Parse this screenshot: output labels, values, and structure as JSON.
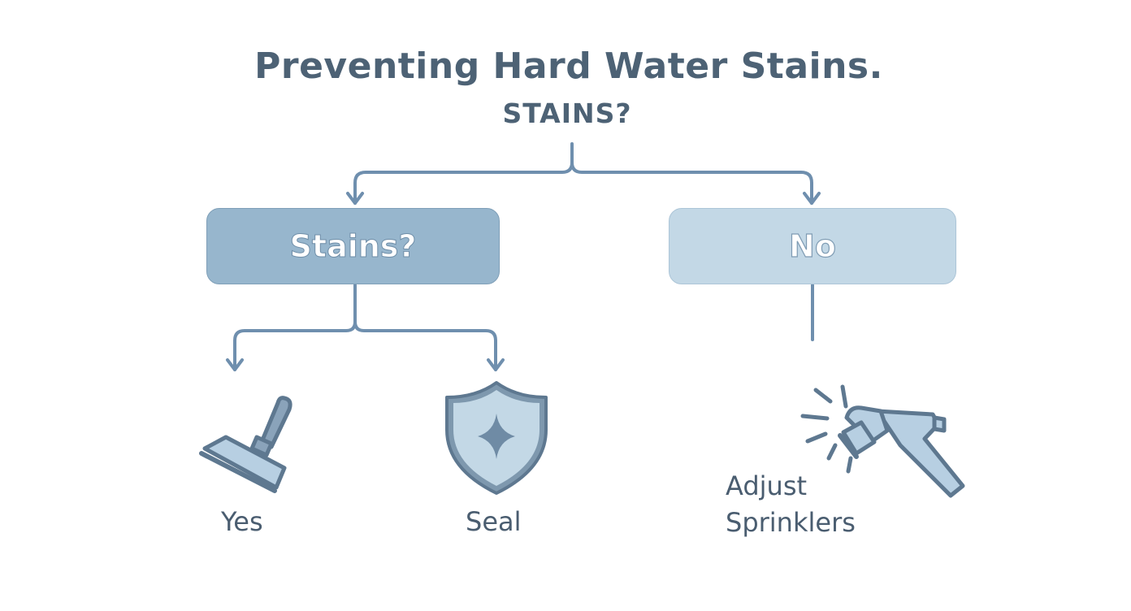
{
  "diagram": {
    "title": "Preventing Hard Water Stains.",
    "subtitle": "STAINS?",
    "nodes": {
      "decision": {
        "label": "Stains?"
      },
      "no": {
        "label": "No"
      }
    },
    "leaves": {
      "yes": {
        "label": "Yes",
        "icon": "squeegee-icon"
      },
      "seal": {
        "label": "Seal",
        "icon": "shield-sparkle-icon"
      },
      "adjust": {
        "label_line1": "Adjust",
        "label_line2": "Sprinklers",
        "icon": "spray-nozzle-icon"
      }
    },
    "edges": [
      {
        "from": "subtitle",
        "to": "Stains?"
      },
      {
        "from": "subtitle",
        "to": "No"
      },
      {
        "from": "Stains?",
        "to": "Yes"
      },
      {
        "from": "Stains?",
        "to": "Seal"
      },
      {
        "from": "No",
        "to": "Adjust Sprinklers"
      }
    ],
    "colors": {
      "text": "#4d6275",
      "connector": "#6f8fae",
      "node_primary": "#97b6cd",
      "node_secondary": "#c3d8e6",
      "icon_fill": "#b7cfe2",
      "icon_stroke": "#5e7890"
    }
  }
}
